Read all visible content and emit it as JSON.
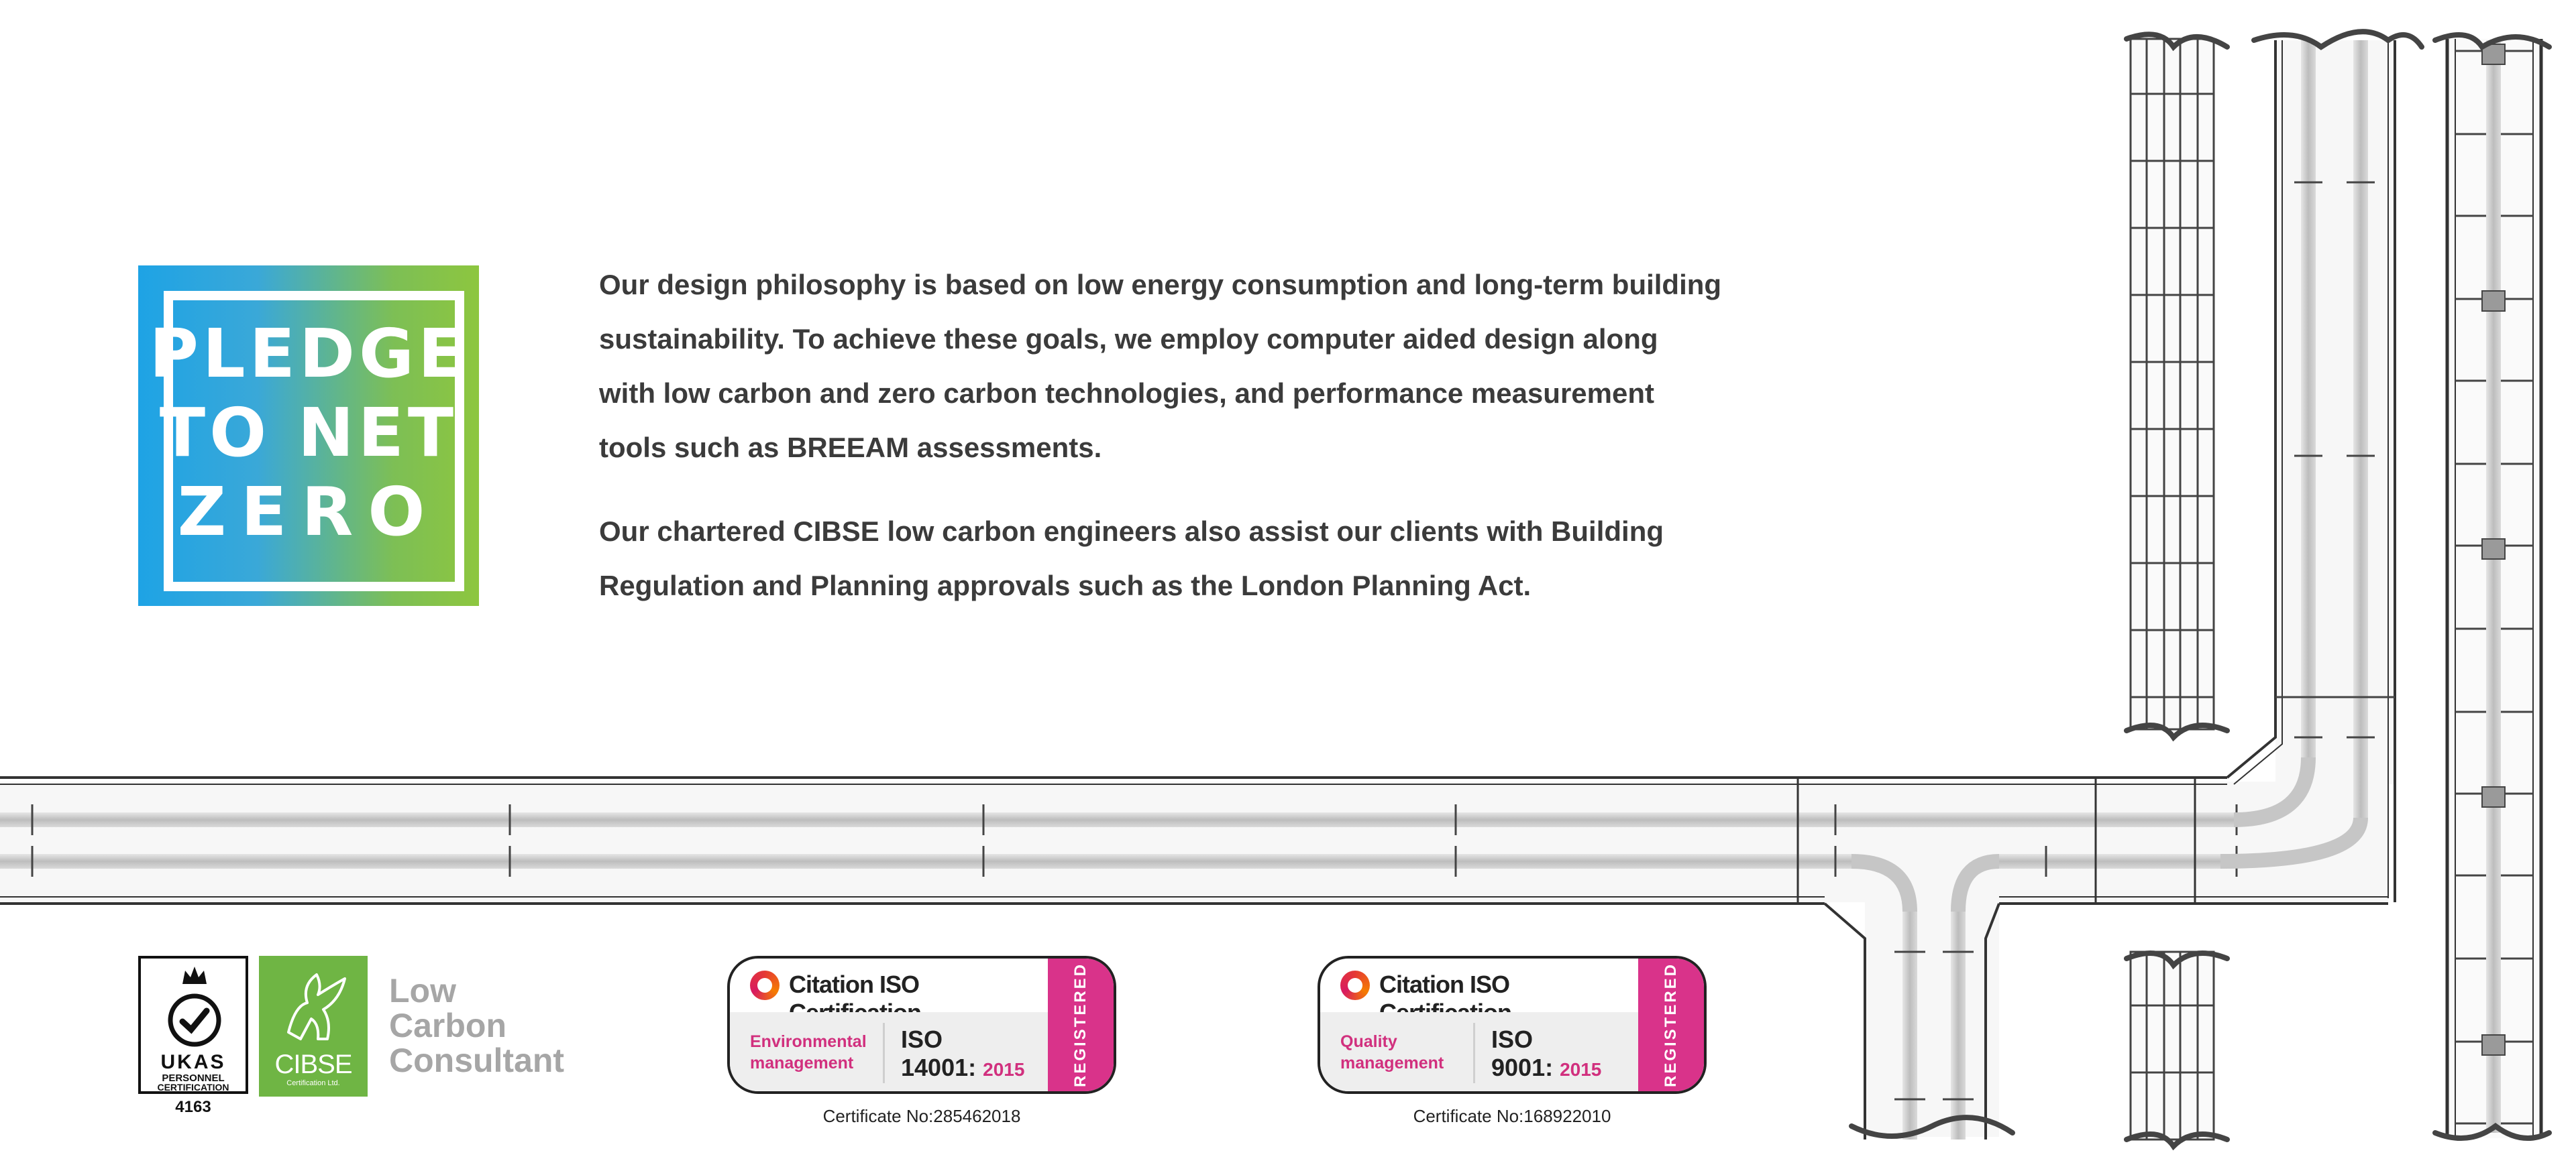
{
  "pledge_logo": {
    "lines": [
      "PLEDGE",
      "TO NET",
      "ZERO"
    ]
  },
  "paragraphs": [
    {
      "lines": [
        "Our design philosophy is based on low energy consumption and long-term building",
        "sustainability. To achieve these goals, we employ computer aided design along",
        "with low carbon and zero carbon technologies, and performance measurement",
        "tools such as BREEAM assessments."
      ]
    },
    {
      "lines": [
        "Our chartered CIBSE low carbon engineers also assist our clients with Building",
        "Regulation and Planning approvals such as the London Planning Act."
      ]
    }
  ],
  "ukas": {
    "word": "UKAS",
    "line1": "PERSONNEL",
    "line2": "CERTIFICATION",
    "number": "4163"
  },
  "cibse": {
    "name": "CIBSE",
    "sub": "Certification Ltd."
  },
  "low_carbon": {
    "lines": [
      "Low",
      "Carbon",
      "Consultant"
    ]
  },
  "certifications": [
    {
      "brand": "Citation ISO Certification",
      "category_lines": [
        "Environmental",
        "management"
      ],
      "iso_label": "ISO",
      "iso_number": "14001:",
      "iso_year": "2015",
      "tag": "REGISTERED",
      "certificate": "Certificate No:285462018"
    },
    {
      "brand": "Citation ISO Certification",
      "category_lines": [
        "Quality",
        "management"
      ],
      "iso_label": "ISO",
      "iso_number": "9001:",
      "iso_year": "2015",
      "tag": "REGISTERED",
      "certificate": "Certificate No:168922010"
    }
  ],
  "colors": {
    "pledge_blue": "#1ea3e5",
    "pledge_green": "#8dc63f",
    "cibse_green": "#6fb544",
    "citation_pink": "#d9338a",
    "text": "#3b3b3b"
  }
}
